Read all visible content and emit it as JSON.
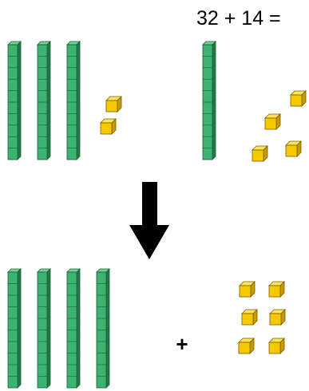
{
  "equation": "32 + 14 =",
  "operator": "+",
  "colors": {
    "rod_front": "#3cb371",
    "rod_side": "#1f7a47",
    "rod_top": "#72d39a",
    "rod_line": "#1b5e37",
    "cube_front": "#f5c800",
    "cube_top": "#ffe45c",
    "cube_side": "#c79a00",
    "cube_line": "#7a5d00",
    "arrow": "#000000"
  },
  "groups": [
    {
      "name": "first-addend",
      "tens": 3,
      "ones": 2
    },
    {
      "name": "second-addend",
      "tens": 1,
      "ones": 4
    },
    {
      "name": "sum",
      "tens": 4,
      "ones": 6
    }
  ]
}
